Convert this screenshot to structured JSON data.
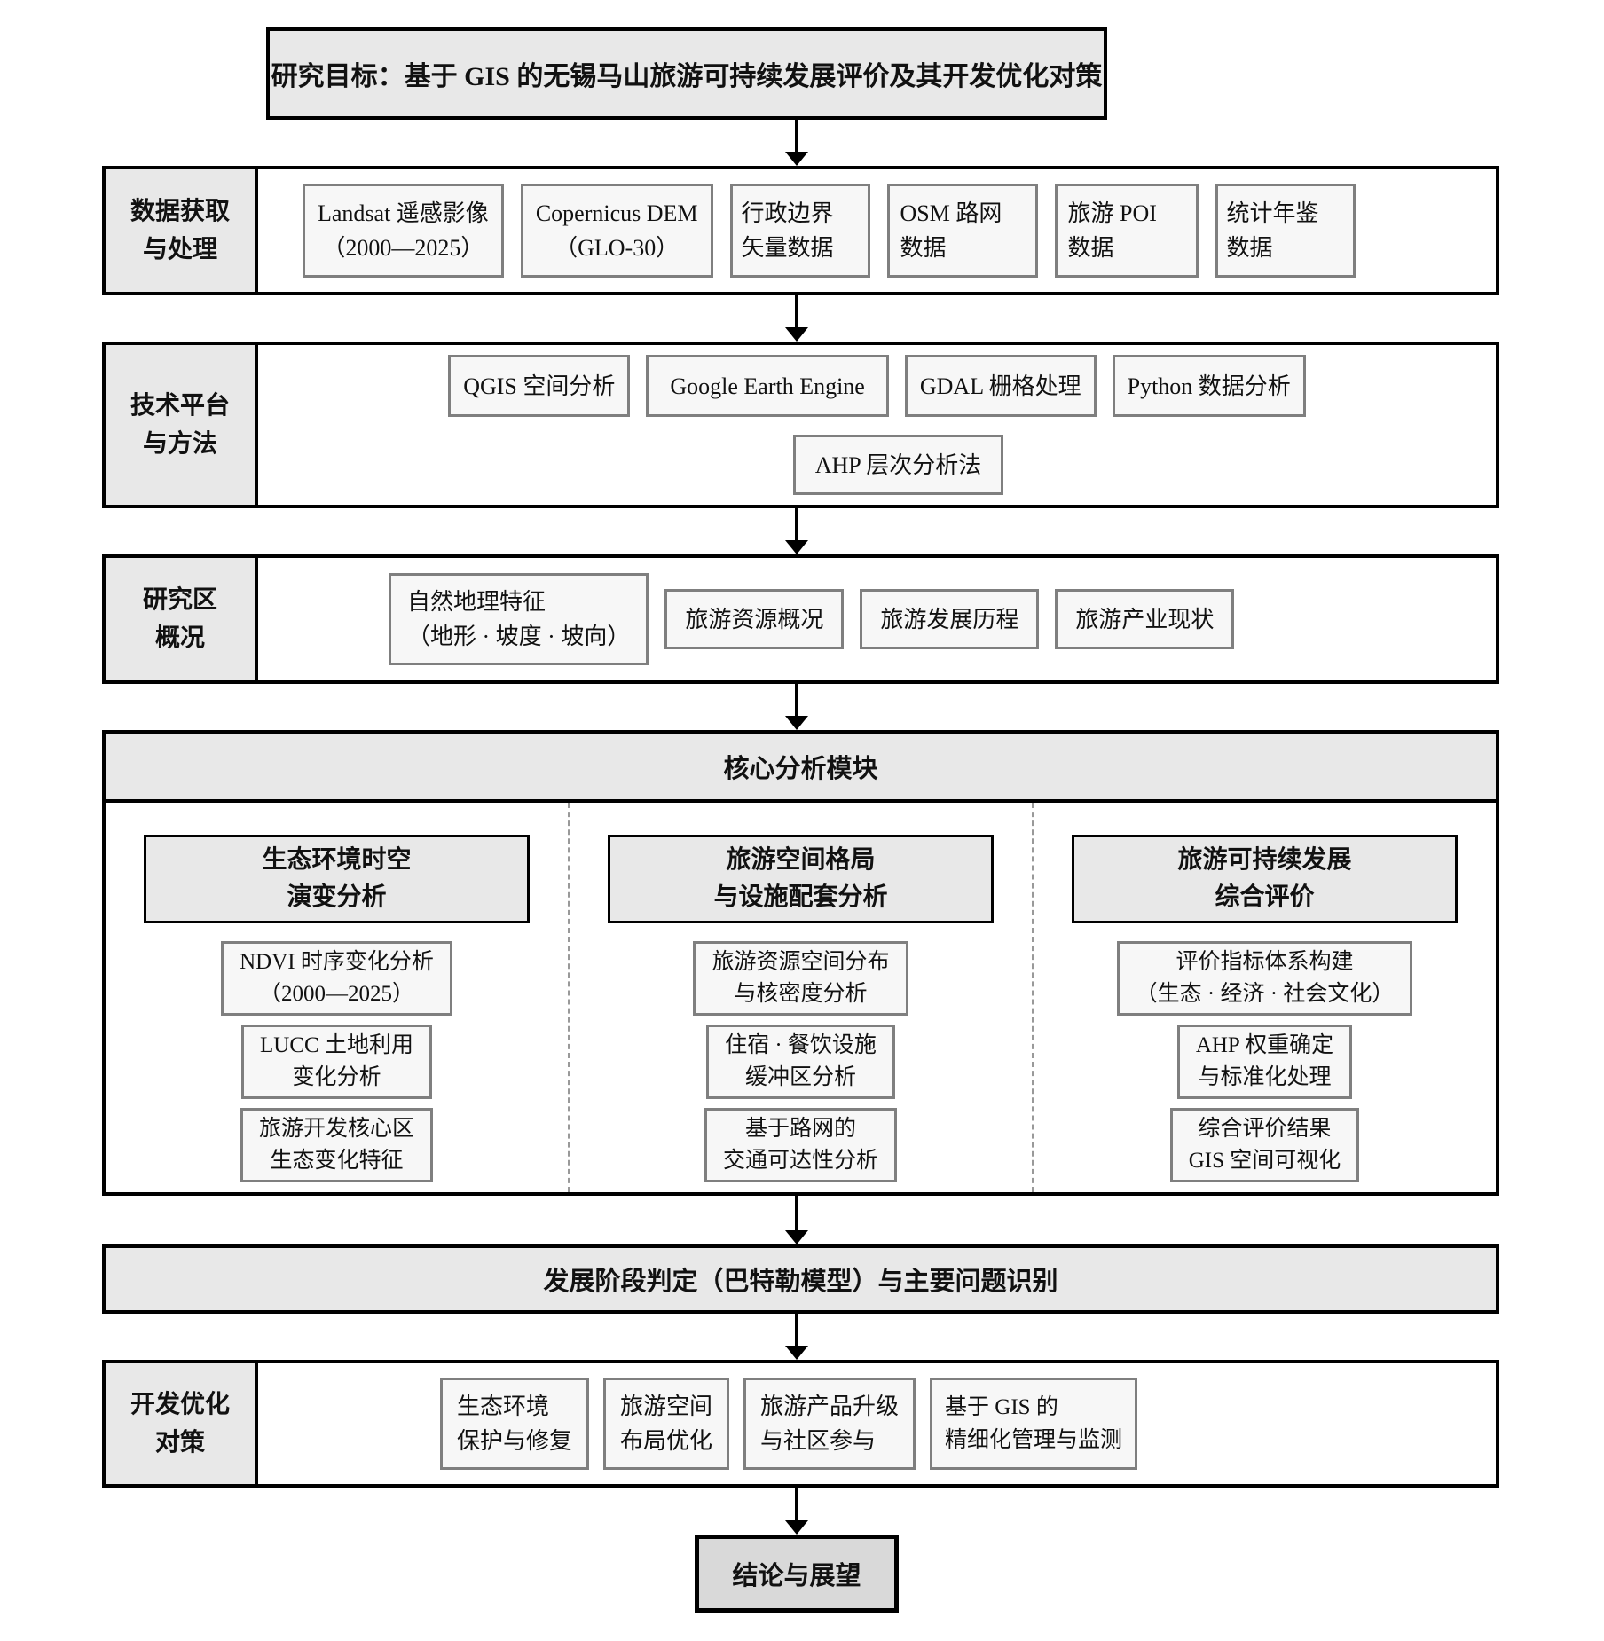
{
  "title": "研究目标：基于 GIS 的无锡马山旅游可持续发展评价及其开发优化对策",
  "data_row": {
    "label": [
      "数据获取",
      "与处理"
    ],
    "items": [
      [
        "Landsat 遥感影像",
        "（2000—2025）"
      ],
      [
        "Copernicus DEM",
        "（GLO-30）"
      ],
      [
        "行政边界",
        "矢量数据"
      ],
      [
        "OSM 路网",
        "数据"
      ],
      [
        "旅游 POI",
        "数据"
      ],
      [
        "统计年鉴",
        "数据"
      ]
    ]
  },
  "tech_row": {
    "label": [
      "技术平台",
      "与方法"
    ],
    "platform_items": [
      "QGIS 空间分析",
      "Google Earth Engine",
      "GDAL 栅格处理",
      "Python 数据分析"
    ],
    "method_item": "AHP 层次分析法"
  },
  "study_row": {
    "label": [
      "研究区",
      "概况"
    ],
    "feature_item": [
      "自然地理特征",
      "（地形 · 坡度 · 坡向）"
    ],
    "items": [
      "旅游资源概况",
      "旅游发展历程",
      "旅游产业现状"
    ]
  },
  "core": {
    "header": "核心分析模块",
    "columns": [
      {
        "title": [
          "生态环境时空",
          "演变分析"
        ],
        "items": [
          [
            "NDVI 时序变化分析",
            "（2000—2025）"
          ],
          [
            "LUCC 土地利用",
            "变化分析"
          ],
          [
            "旅游开发核心区",
            "生态变化特征"
          ]
        ]
      },
      {
        "title": [
          "旅游空间格局",
          "与设施配套分析"
        ],
        "items": [
          [
            "旅游资源空间分布",
            "与核密度分析"
          ],
          [
            "住宿 · 餐饮设施",
            "缓冲区分析"
          ],
          [
            "基于路网的",
            "交通可达性分析"
          ]
        ]
      },
      {
        "title": [
          "旅游可持续发展",
          "综合评价"
        ],
        "items": [
          [
            "评价指标体系构建",
            "（生态 · 经济 · 社会文化）"
          ],
          [
            "AHP 权重确定",
            "与标准化处理"
          ],
          [
            "综合评价结果",
            "GIS 空间可视化"
          ]
        ]
      }
    ]
  },
  "stage_bar": "发展阶段判定（巴特勒模型）与主要问题识别",
  "strategy_row": {
    "label": [
      "开发优化",
      "对策"
    ],
    "items": [
      [
        "生态环境",
        "保护与修复"
      ],
      [
        "旅游空间",
        "布局优化"
      ],
      [
        "旅游产品升级",
        "与社区参与"
      ],
      [
        "基于 GIS 的",
        "精细化管理与监测"
      ]
    ]
  },
  "conclusion": "结论与展望"
}
